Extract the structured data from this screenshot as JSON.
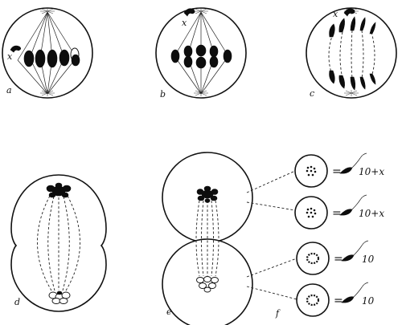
{
  "figure": {
    "panel_labels": [
      "a",
      "b",
      "c",
      "d",
      "e",
      "f"
    ],
    "x_chromosome_label": "x",
    "equals_sign": "=",
    "sperm_formulas": [
      "10+x",
      "10+x",
      "10",
      "10"
    ]
  }
}
